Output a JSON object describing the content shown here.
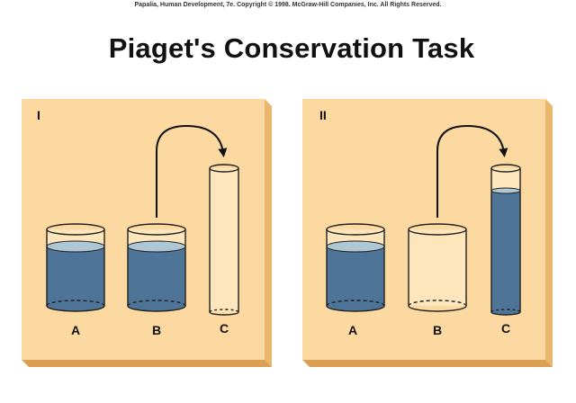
{
  "header": {
    "copyright": "Papalia, Human Development, 7e. Copyright © 1998. McGraw-Hill Companies, Inc. All Rights Reserved.",
    "title": "Piaget's Conservation Task"
  },
  "panels": [
    {
      "numeral": "I",
      "containers": [
        {
          "label": "A",
          "filled": true
        },
        {
          "label": "B",
          "filled": true
        },
        {
          "label": "C",
          "filled": false
        }
      ]
    },
    {
      "numeral": "II",
      "containers": [
        {
          "label": "A",
          "filled": true
        },
        {
          "label": "B",
          "filled": false
        },
        {
          "label": "C",
          "filled": true
        }
      ]
    }
  ],
  "colors": {
    "panel": "#FCD9A0",
    "panel_side": "#E9B66E",
    "panel_bottom": "#D8A050",
    "liquid": "#4E7598",
    "liquid_top": "#AFC6D4",
    "glass_edge": "#202020",
    "glass_fill": "#FFF4DE"
  }
}
